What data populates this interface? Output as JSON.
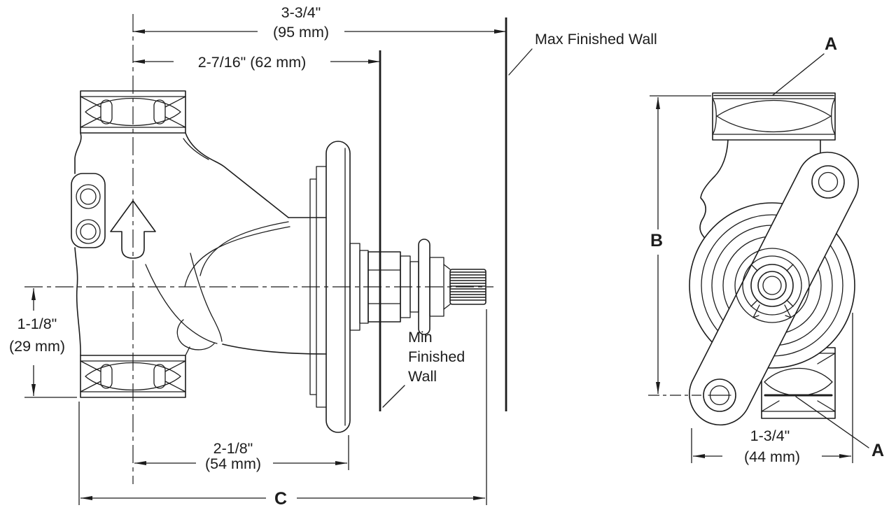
{
  "drawing_title": "Valve rough-in installation dimension diagram",
  "line_color": "#1c1c1c",
  "background": "#ffffff",
  "side_view": {
    "dim_depth_overall": {
      "in": "3-3/4\"",
      "mm": "(95 mm)"
    },
    "dim_depth_min": "2-7/16\" (62 mm)",
    "label_max_wall": "Max Finished Wall",
    "label_min_wall": [
      "Min",
      "Finished",
      "Wall"
    ],
    "dim_supply_offset": {
      "in": "1-1/8\"",
      "mm": "(29 mm)"
    },
    "dim_plate_width": {
      "in": "2-1/8\"",
      "mm": "(54 mm)"
    },
    "dim_c": "C"
  },
  "front_view": {
    "dim_b": "B",
    "label_a_top": "A",
    "label_a_bottom": "A",
    "dim_body_width": {
      "in": "1-3/4\"",
      "mm": "(44 mm)"
    }
  }
}
